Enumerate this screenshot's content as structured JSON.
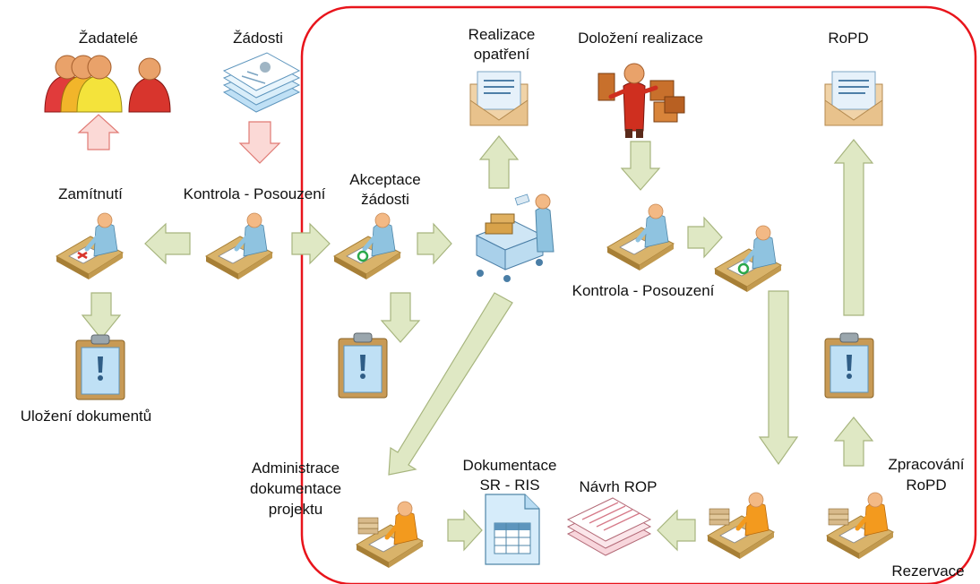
{
  "labels": {
    "zadatele": "Žadatelé",
    "zadosti": "Žádosti",
    "realizace_1": "Realizace",
    "realizace_2": "opatření",
    "dolozeni": "Doložení realizace",
    "ropd": "RoPD",
    "zamitnuti": "Zamítnutí",
    "kontrola_1": "Kontrola - Posouzení",
    "akceptace_1": "Akceptace",
    "akceptace_2": "žádosti",
    "kontrola_2": "Kontrola - Posouzení",
    "ulozeni": "Uložení dokumentů",
    "admin_1": "Administrace",
    "admin_2": "dokumentace",
    "admin_3": "projektu",
    "dokumentace_1": "Dokumentace",
    "dokumentace_2": "SR - RIS",
    "navrh": "Návrh ROP",
    "zpracovani_1": "Zpracování",
    "zpracovani_2": "RoPD",
    "rezervace": "Rezervace"
  },
  "colors": {
    "boundary": "#e8141b",
    "arrow_fill": "#dfe8c4",
    "arrow_stroke": "#a7b57e",
    "arrow_red_fill": "#fbd9d6",
    "arrow_red_stroke": "#e07a74",
    "desk": "#d9b36a",
    "desk_dark": "#a77f36",
    "person_blue": "#8fc3e0",
    "person_orange": "#f39a1e",
    "skin": "#f3b985",
    "envelope": "#f0d3a8",
    "letter": "#e6f1fa",
    "clipboard": "#c89a55",
    "document_blue": "#bfe0f5"
  },
  "icons": [
    "people-group-icon",
    "paper-stack-icon",
    "envelope-icon",
    "business-person-icon",
    "desk-worker-icon",
    "mail-cart-icon",
    "clipboard-icon",
    "spreadsheet-document-icon",
    "lined-papers-icon"
  ]
}
